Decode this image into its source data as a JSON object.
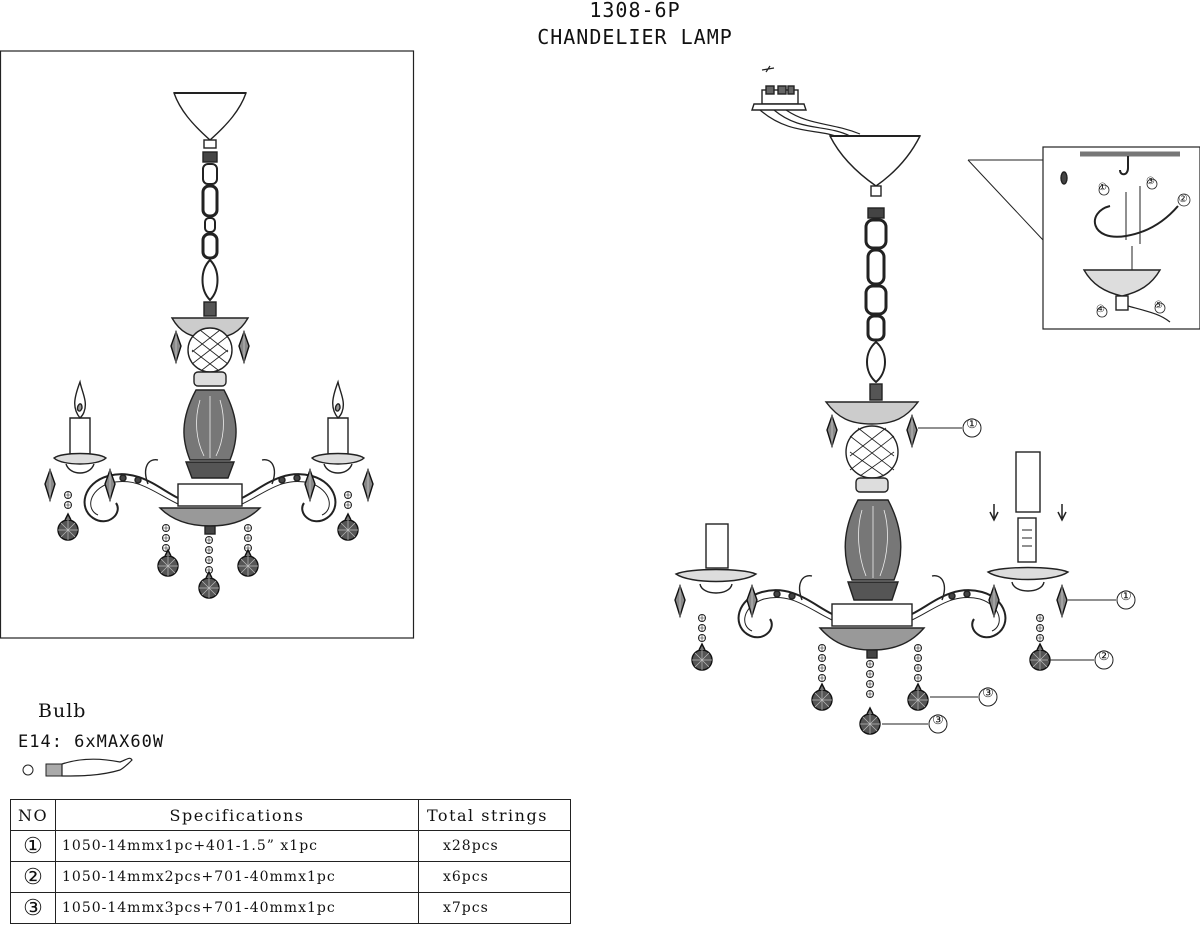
{
  "header": {
    "model": "1308-6P",
    "product": "CHANDELIER  LAMP"
  },
  "callouts": {
    "one": "①",
    "two": "②",
    "three": "③",
    "four": "④",
    "five": "⑤"
  },
  "bulb": {
    "title": "Bulb",
    "spec": "E14: 6xMAX60W"
  },
  "table": {
    "headers": {
      "no": "NO",
      "specifications": "Specifications",
      "total": "Total strings"
    },
    "rows": [
      {
        "no": "①",
        "spec": "1050-14mmx1pc+401-1.5” x1pc",
        "total": "x28pcs"
      },
      {
        "no": "②",
        "spec": "1050-14mmx2pcs+701-40mmx1pc",
        "total": "x6pcs"
      },
      {
        "no": "③",
        "spec": "1050-14mmx3pcs+701-40mmx1pc",
        "total": "x7pcs"
      }
    ]
  }
}
